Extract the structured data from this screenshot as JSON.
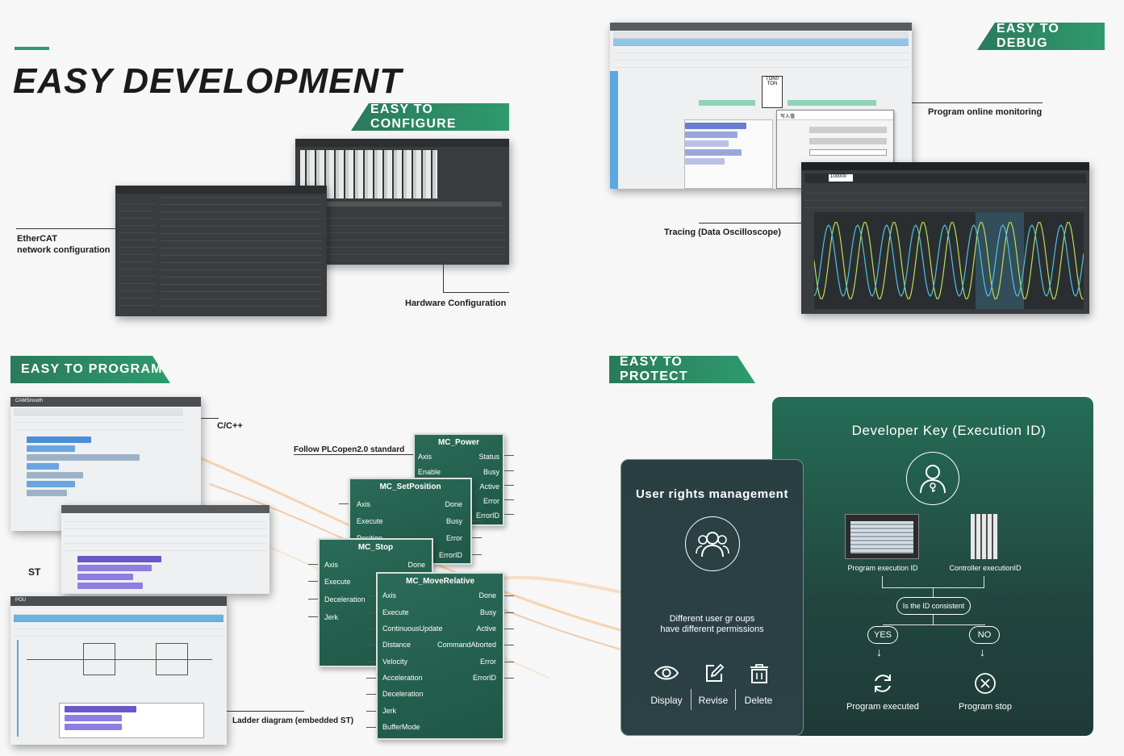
{
  "page_title": "EASY DEVELOPMENT",
  "banners": {
    "configure": "EASY TO CONFIGURE",
    "debug": "EASY TO DEBUG",
    "program": "EASY TO PROGRAM",
    "protect": "EASY TO PROTECT"
  },
  "callouts": {
    "ethercat_line1": "EtherCAT",
    "ethercat_line2": "network configuration",
    "hardware": "Hardware Configuration",
    "online_monitoring": "Program online monitoring",
    "tracing": "Tracing (Data Oscilloscope)",
    "cpp": "C/C++",
    "st": "ST",
    "ladder": "Ladder diagram (embedded ST)",
    "plcopen": "Follow PLCopen2.0 standard"
  },
  "function_blocks": {
    "mc_power": {
      "title": "MC_Power",
      "inputs": [
        "Axis",
        "Enable"
      ],
      "outputs": [
        "Status",
        "Busy",
        "Active",
        "Error",
        "ErrorID"
      ]
    },
    "mc_setposition": {
      "title": "MC_SetPosition",
      "inputs": [
        "Axis",
        "Execute",
        "Position"
      ],
      "outputs": [
        "Done",
        "Busy",
        "Error",
        "ErrorID"
      ]
    },
    "mc_stop": {
      "title": "MC_Stop",
      "inputs": [
        "Axis",
        "Execute",
        "Deceleration",
        "Jerk"
      ],
      "outputs": [
        "Done"
      ]
    },
    "mc_moverelative": {
      "title": "MC_MoveRelative",
      "inputs": [
        "Axis",
        "Execute",
        "ContinuousUpdate",
        "Distance",
        "Velocity",
        "Acceleration",
        "Deceleration",
        "Jerk",
        "BufferMode"
      ],
      "outputs": [
        "Done",
        "Busy",
        "Active",
        "CommandAborted",
        "Error",
        "ErrorID"
      ]
    }
  },
  "user_rights": {
    "title": "User rights management",
    "desc_line1": "Different user gr oups",
    "desc_line2": "have different permissions",
    "actions": [
      "Display",
      "Revise",
      "Delete"
    ]
  },
  "developer_key": {
    "title": "Developer Key (Execution ID)",
    "program_id": "Program execution ID",
    "controller_id": "Controller executionID",
    "question": "Is the ID consistent",
    "yes": "YES",
    "no": "NO",
    "executed": "Program executed",
    "stop": "Program stop"
  },
  "screens": {
    "cpp_title": "CAMSmooth",
    "ladder_title": "POU",
    "monitor_fb": "TON0",
    "monitor_type": "TON",
    "dialog_title": "写入值",
    "trace_value": "100000"
  },
  "colors": {
    "accent": "#2f9a6e",
    "dark_green": "#1f5747",
    "card_dark": "#22463f"
  }
}
